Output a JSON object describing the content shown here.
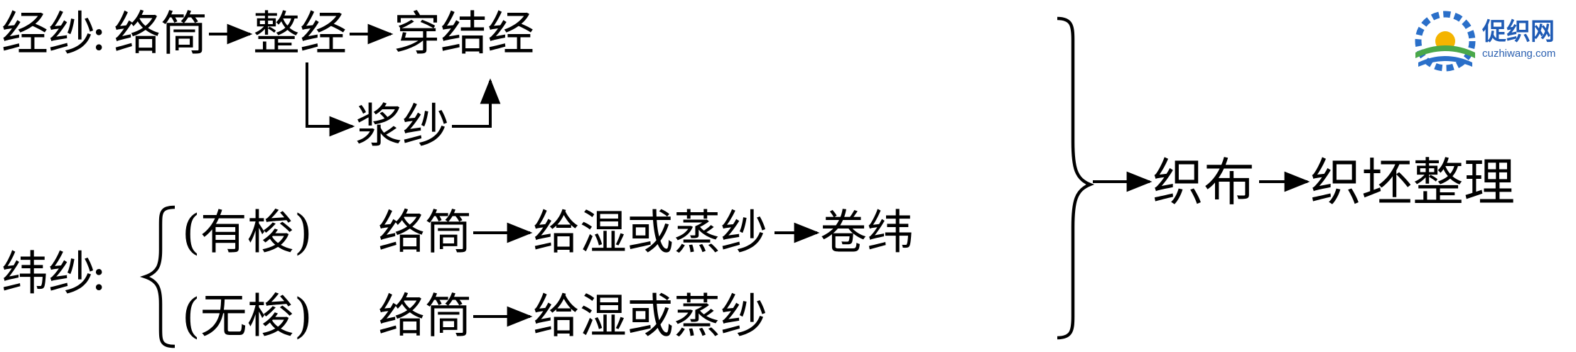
{
  "warp": {
    "label": "经纱",
    "colon": ":",
    "steps": [
      "络筒",
      "整经",
      "穿结经"
    ],
    "branch": "浆纱"
  },
  "weft": {
    "label": "纬纱",
    "colon": ":",
    "shuttle": {
      "prefix": "(有梭)",
      "steps": [
        "络筒",
        "给湿或蒸纱",
        "卷纬"
      ]
    },
    "shuttleless": {
      "prefix": "(无梭)",
      "steps": [
        "络筒",
        "给湿或蒸纱"
      ]
    }
  },
  "merge": {
    "steps": [
      "织布",
      "织坯整理"
    ]
  },
  "watermark": {
    "title": "促织网",
    "url": "cuzhiwang.com",
    "colors": {
      "gear": "#2a6fc9",
      "field": "#4aa84a",
      "sun": "#f4b400",
      "text": "#1f5bb5"
    }
  }
}
